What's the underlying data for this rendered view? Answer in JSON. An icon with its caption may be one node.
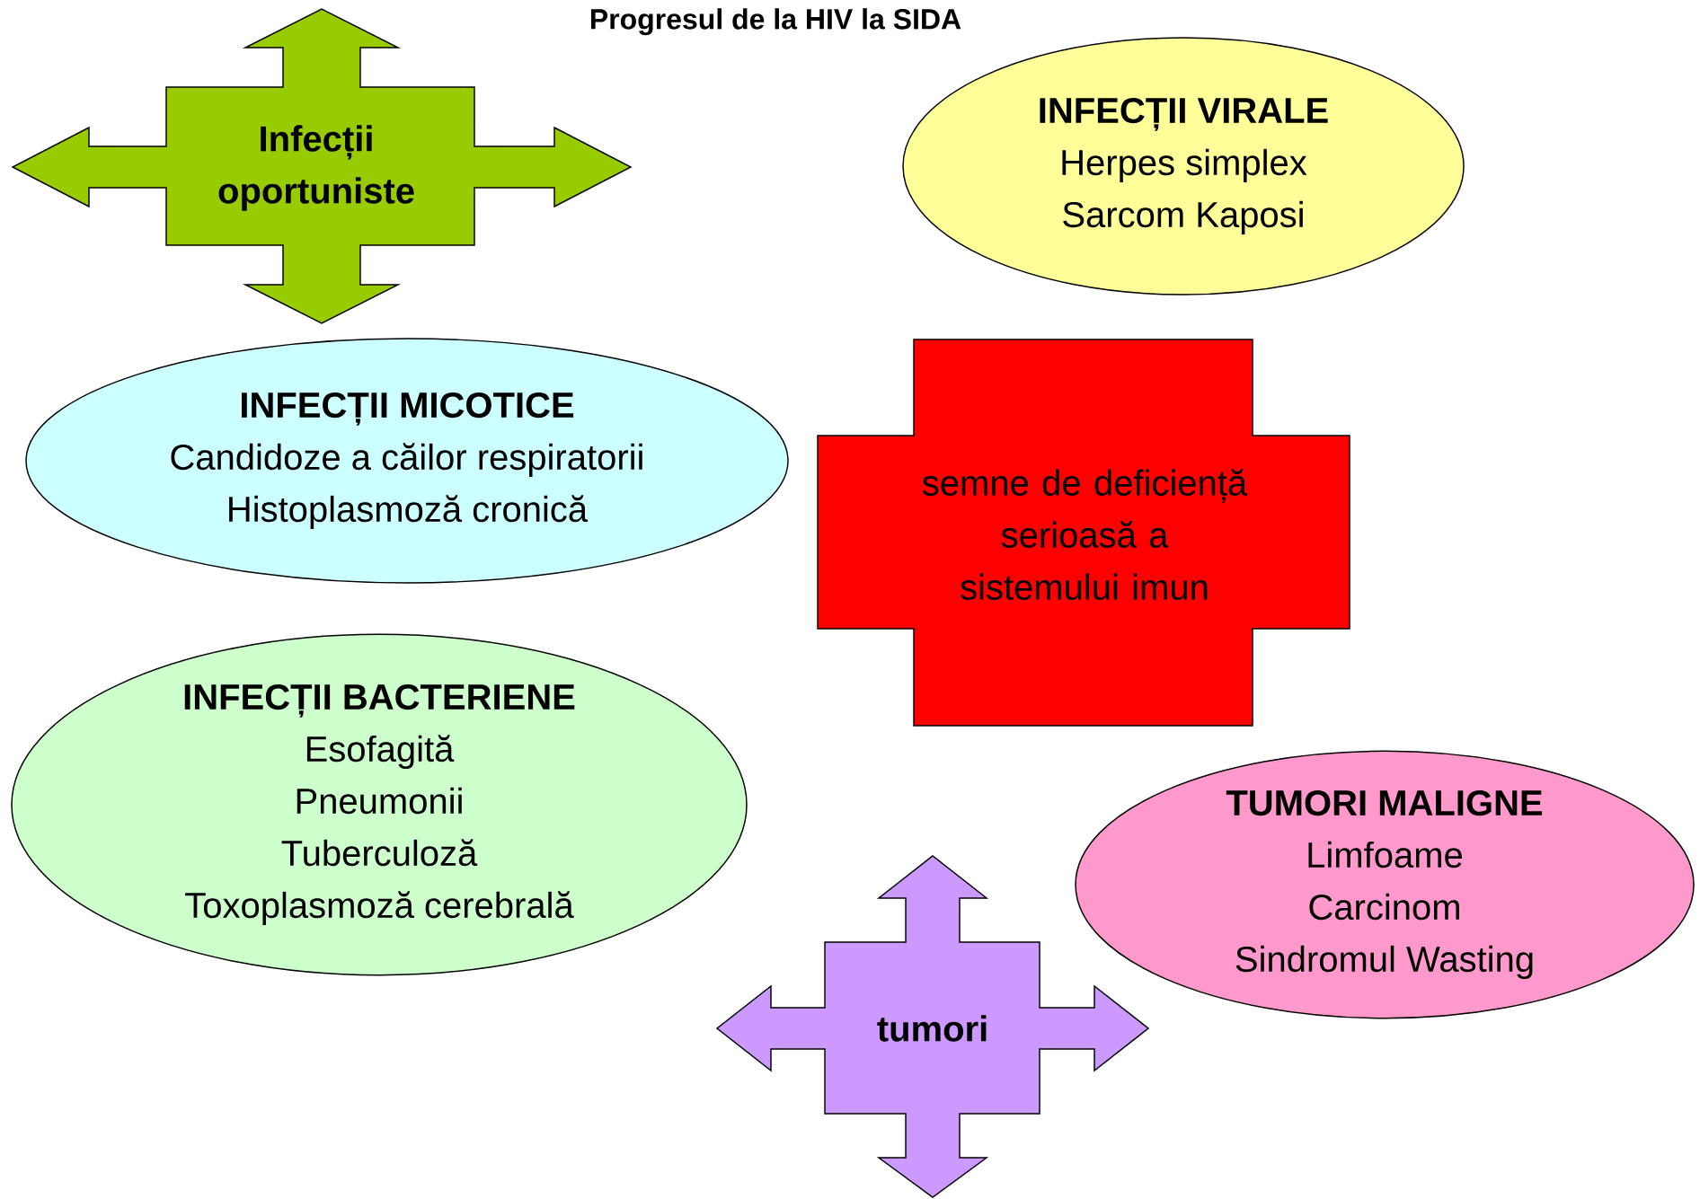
{
  "diagram": {
    "title": "Progresul de la HIV la SIDA",
    "nodes": [
      {
        "text": [
          "Infecții oportuniste"
        ]
      },
      {
        "text": [
          "INFECȚII VIRALE",
          "Herpes simplex",
          "Sarcom Kaposi"
        ]
      },
      {
        "text": [
          "INFECȚII MICOTICE",
          "Candidoze a căilor respiratorii",
          "Histoplasmoză cronică"
        ]
      },
      {
        "text": [
          "semne de deficiență serioasă a sistemului imun"
        ]
      },
      {
        "text": [
          "INFECȚII BACTERIENE",
          "Esofagită",
          "Pneumonii",
          "Tuberculoză",
          "Toxoplasmoză cerebrală"
        ]
      },
      {
        "text": [
          "TUMORI MALIGNE",
          "Limfoame",
          "Carcinom",
          "Sindromul Wasting"
        ]
      },
      {
        "text": [
          "tumori"
        ]
      }
    ]
  }
}
